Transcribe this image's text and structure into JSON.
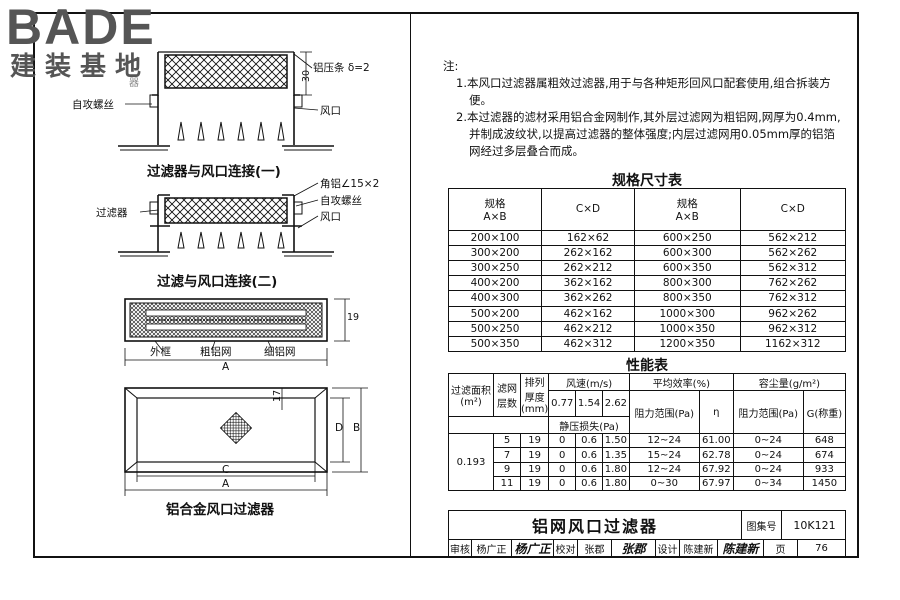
{
  "logo": {
    "main": "BADE",
    "sub": "建装基地"
  },
  "watermark": "器",
  "drawing1": {
    "title": "过滤器与风口连接(一)",
    "labels": {
      "strip": "铝压条 δ=2",
      "screw": "自攻螺丝",
      "outlet": "风口",
      "dim": "30"
    }
  },
  "drawing2": {
    "title": "过滤与风口连接(二)",
    "labels": {
      "angle": "角铝∠15×2",
      "screw": "自攻螺丝",
      "filter": "过滤器",
      "outlet": "风口"
    }
  },
  "drawing3": {
    "labels": {
      "frame": "外框",
      "coarse": "粗铝网",
      "fine": "细铝网",
      "a": "A",
      "dim19": "19"
    }
  },
  "drawing4": {
    "title": "铝合金风口过滤器",
    "labels": {
      "c": "C",
      "a": "A",
      "d": "D",
      "b": "B",
      "dim17": "17"
    }
  },
  "notes": {
    "title": "注:",
    "items": [
      "1.本风口过滤器属粗效过滤器,用于与各种矩形回风口配套使用,组合拆装方便。",
      "2.本过滤器的滤材采用铝合金网制作,其外层过滤网为粗铝网,网厚为0.4mm,并制成波纹状,以提高过滤器的整体强度;内层过滤网用0.05mm厚的铝箔网经过多层叠合而成。"
    ]
  },
  "spec_table": {
    "title": "规格尺寸表",
    "headers": {
      "spec1": "规格",
      "spec2": "A×B",
      "cd": "C×D"
    },
    "rows": [
      [
        "200×100",
        "162×62",
        "600×250",
        "562×212"
      ],
      [
        "300×200",
        "262×162",
        "600×300",
        "562×262"
      ],
      [
        "300×250",
        "262×212",
        "600×350",
        "562×312"
      ],
      [
        "400×200",
        "362×162",
        "800×300",
        "762×262"
      ],
      [
        "400×300",
        "362×262",
        "800×350",
        "762×312"
      ],
      [
        "500×200",
        "462×162",
        "1000×300",
        "962×262"
      ],
      [
        "500×250",
        "462×212",
        "1000×350",
        "962×312"
      ],
      [
        "500×350",
        "462×312",
        "1200×350",
        "1162×312"
      ]
    ]
  },
  "perf_table": {
    "title": "性能表",
    "headers": {
      "area": "过滤面积(m²)",
      "layers": "滤网层数",
      "thickness": "排列厚度(mm)",
      "velocity": "风速(m/s)",
      "v1": "0.77",
      "v2": "1.54",
      "v3": "2.62",
      "static": "静压损失(Pa)",
      "efficiency": "平均效率(%)",
      "resist": "阻力范围(Pa)",
      "eta": "η",
      "dust": "容尘量(g/m²)",
      "resist2": "阻力范围(Pa)",
      "g": "G(称重)"
    },
    "area_value": "0.193",
    "rows": [
      [
        "5",
        "19",
        "0",
        "0.6",
        "1.50",
        "12~24",
        "61.00",
        "0~24",
        "648"
      ],
      [
        "7",
        "19",
        "0",
        "0.6",
        "1.35",
        "15~24",
        "62.78",
        "0~24",
        "674"
      ],
      [
        "9",
        "19",
        "0",
        "0.6",
        "1.80",
        "12~24",
        "67.92",
        "0~24",
        "933"
      ],
      [
        "11",
        "19",
        "0",
        "0.6",
        "1.80",
        "0~30",
        "67.97",
        "0~34",
        "1450"
      ]
    ]
  },
  "title_block": {
    "title": "铝网风口过滤器",
    "atlas_label": "图集号",
    "atlas_no": "10K121",
    "review_label": "审核",
    "reviewer": "杨广正",
    "reviewer_sign": "杨广正",
    "check_label": "校对",
    "checker": "张郡",
    "checker_sign": "张郡",
    "design_label": "设计",
    "designer": "陈建新",
    "designer_sign": "陈建新",
    "page_label": "页",
    "page_no": "76"
  }
}
